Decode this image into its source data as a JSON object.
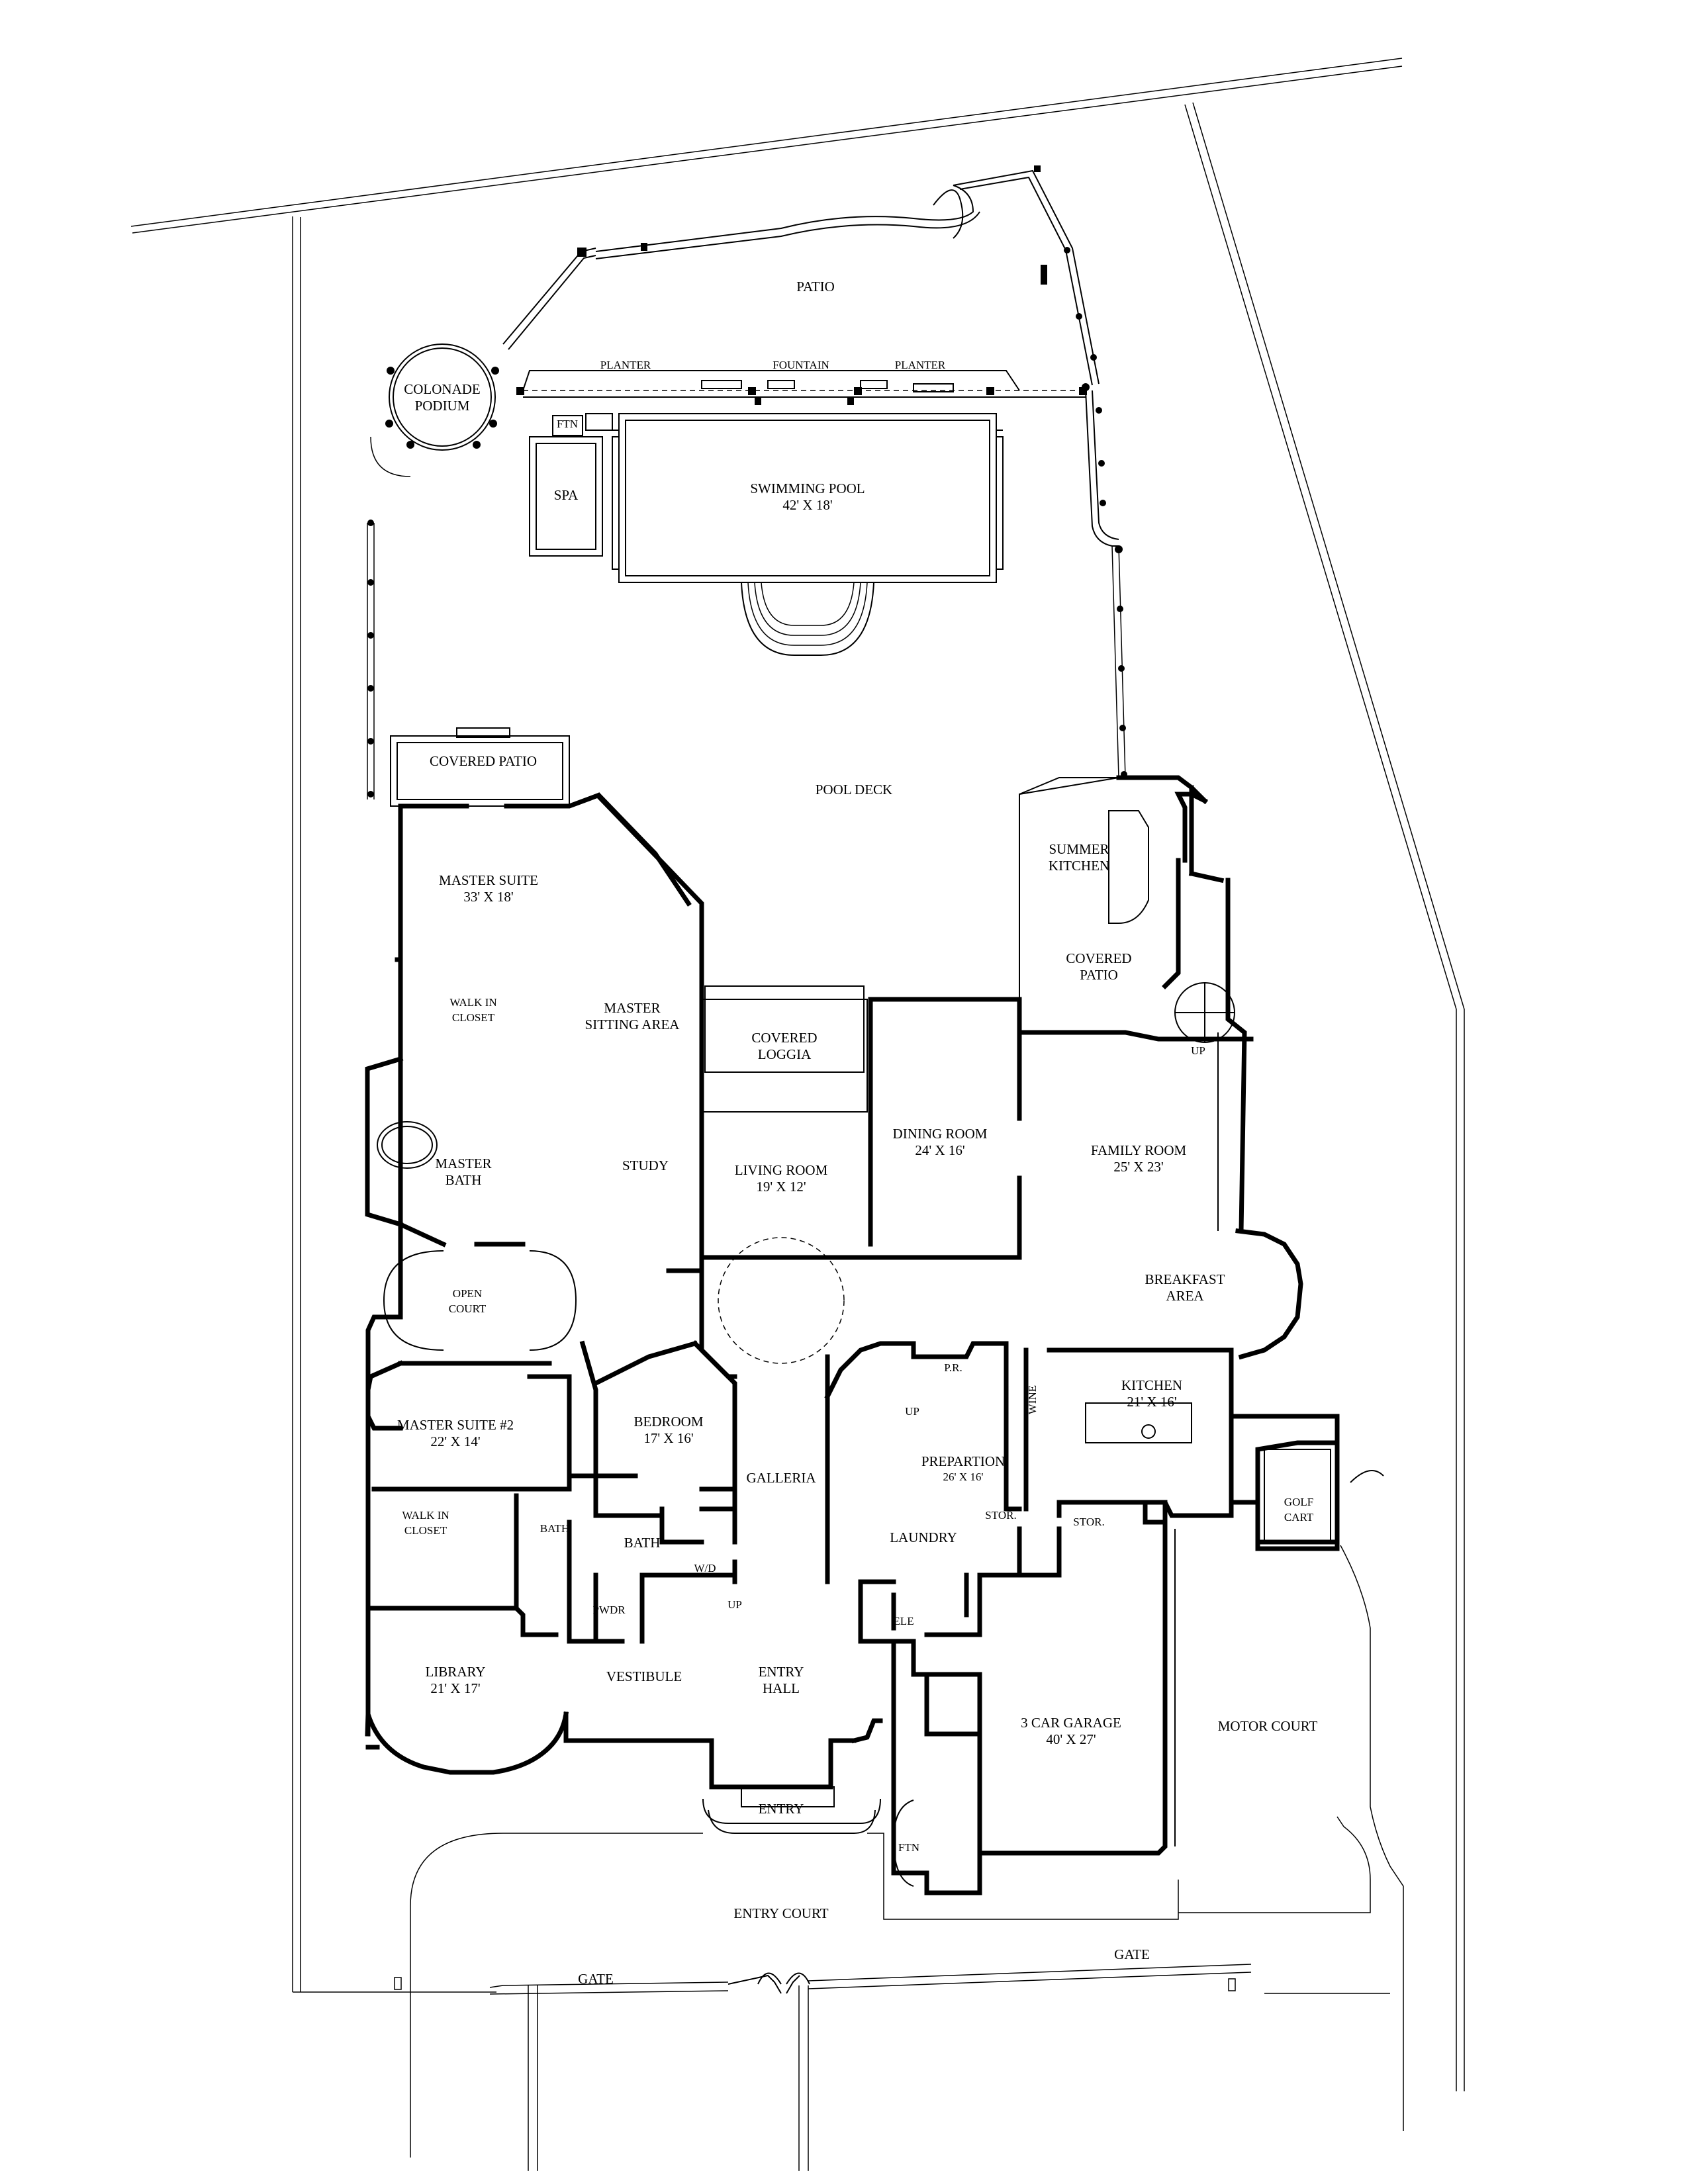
{
  "rooms": {
    "patio": "PATIO",
    "colonade_1": "COLONADE",
    "colonade_2": "PODIUM",
    "planter_left": "PLANTER",
    "fountain": "FOUNTAIN",
    "planter_right": "PLANTER",
    "ftn_pool": "FTN",
    "spa": "SPA",
    "pool_name": "SWIMMING POOL",
    "pool_size": "42' X 18'",
    "covered_patio_west": "COVERED PATIO",
    "pool_deck": "POOL DECK",
    "summer_kitchen_1": "SUMMER",
    "summer_kitchen_2": "KITCHEN",
    "covered_patio_east_1": "COVERED",
    "covered_patio_east_2": "PATIO",
    "master_suite_name": "MASTER SUITE",
    "master_suite_size": "33' X 18'",
    "walk_in_closet_1_a": "WALK IN",
    "walk_in_closet_1_b": "CLOSET",
    "master_sitting_1": "MASTER",
    "master_sitting_2": "SITTING AREA",
    "covered_loggia_1": "COVERED",
    "covered_loggia_2": "LOGGIA",
    "dining_room_name": "DINING ROOM",
    "dining_room_size": "24' X 16'",
    "family_room_name": "FAMILY ROOM",
    "family_room_size": "25' X 23'",
    "up_stair_east": "UP",
    "master_bath_1": "MASTER",
    "master_bath_2": "BATH",
    "study": "STUDY",
    "living_room_name": "LIVING ROOM",
    "living_room_size": "19' X 12'",
    "breakfast_1": "BREAKFAST",
    "breakfast_2": "AREA",
    "open_court_1": "OPEN",
    "open_court_2": "COURT",
    "master_suite2_name": "MASTER SUITE #2",
    "master_suite2_size": "22' X 14'",
    "bedroom_name": "BEDROOM",
    "bedroom_size": "17' X 16'",
    "galleria": "GALLERIA",
    "pr": "P.R.",
    "up_prep": "UP",
    "wine": "WINE",
    "kitchen_name": "KITCHEN",
    "kitchen_size": "21' X 16'",
    "preparation_name": "PREPARTION",
    "preparation_size": "26' X 16'",
    "walk_in_closet_2_a": "WALK IN",
    "walk_in_closet_2_b": "CLOSET",
    "bath_small": "BATH",
    "bath_main": "BATH",
    "wd": "W/D",
    "laundry": "LAUNDRY",
    "stor_1": "STOR.",
    "stor_2": "STOR.",
    "golf_cart_1": "GOLF",
    "golf_cart_2": "CART",
    "pwdr": "PWDR",
    "up_entry": "UP",
    "ele": "ELE",
    "library_name": "LIBRARY",
    "library_size": "21' X 17'",
    "vestibule": "VESTIBULE",
    "entry_hall_1": "ENTRY",
    "entry_hall_2": "HALL",
    "garage_name": "3 CAR GARAGE",
    "garage_size": "40' X 27'",
    "motor_court": "MOTOR COURT",
    "entry": "ENTRY",
    "ftn_entry": "FTN",
    "entry_court": "ENTRY COURT",
    "gate_left": "GATE",
    "gate_right": "GATE"
  }
}
